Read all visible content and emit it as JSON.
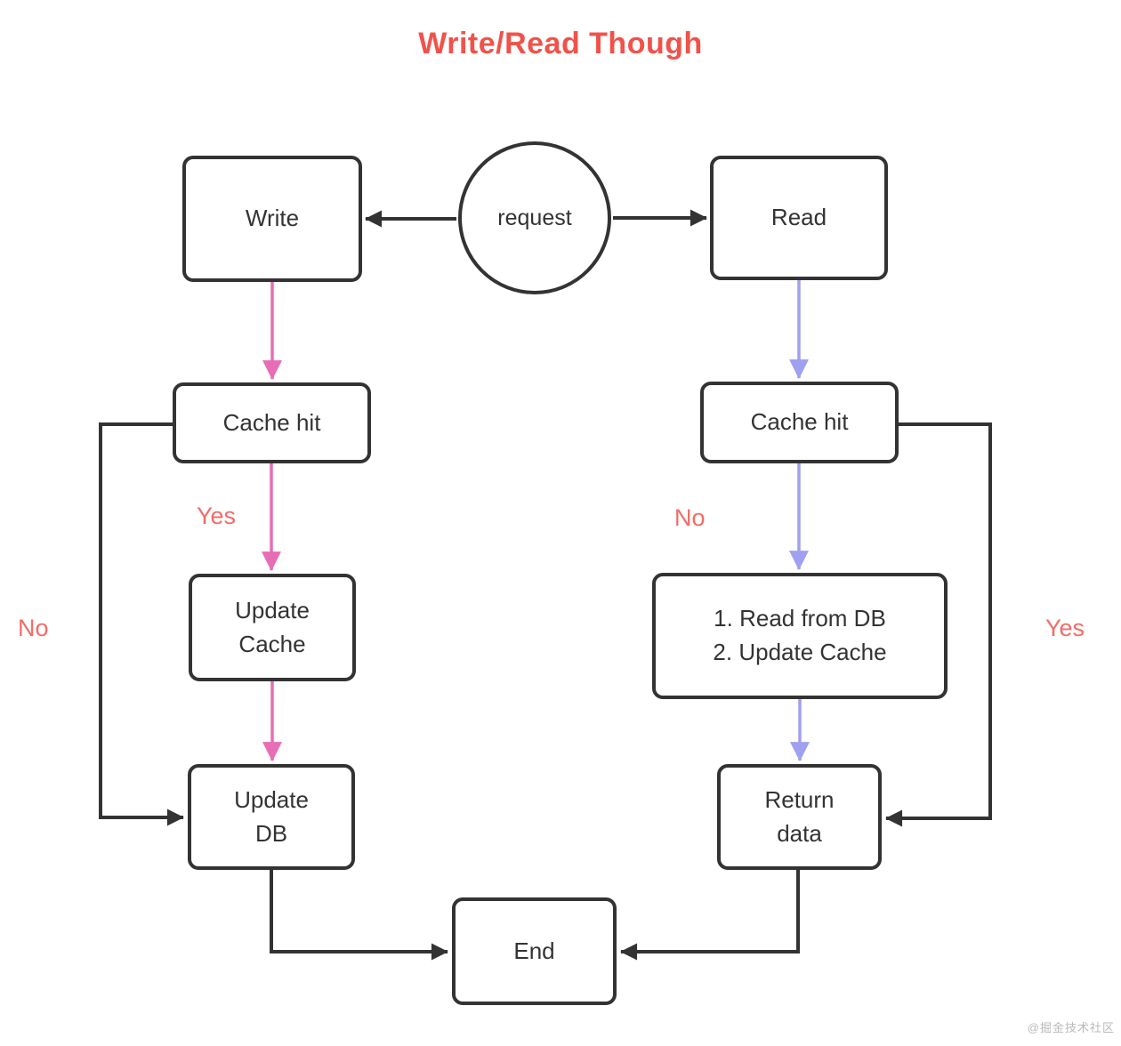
{
  "title": "Write/Read Though",
  "watermark": "@掘金技术社区",
  "colors": {
    "line_black": "#333333",
    "pink": "#e76db6",
    "purple": "#a0a0f0",
    "title_red": "#f0524a",
    "label_red": "#f16c68"
  },
  "nodes": {
    "request": "request",
    "write": "Write",
    "read": "Read",
    "cache_hit_left": "Cache hit",
    "cache_hit_right": "Cache hit",
    "update_cache": "Update\nCache",
    "read_db_steps": "1. Read from DB\n2. Update Cache",
    "update_db": "Update\nDB",
    "return_data": "Return\ndata",
    "end": "End"
  },
  "edge_labels": {
    "write_cache_hit_yes": "Yes",
    "write_cache_hit_no": "No",
    "read_cache_hit_no": "No",
    "read_cache_hit_yes": "Yes"
  }
}
